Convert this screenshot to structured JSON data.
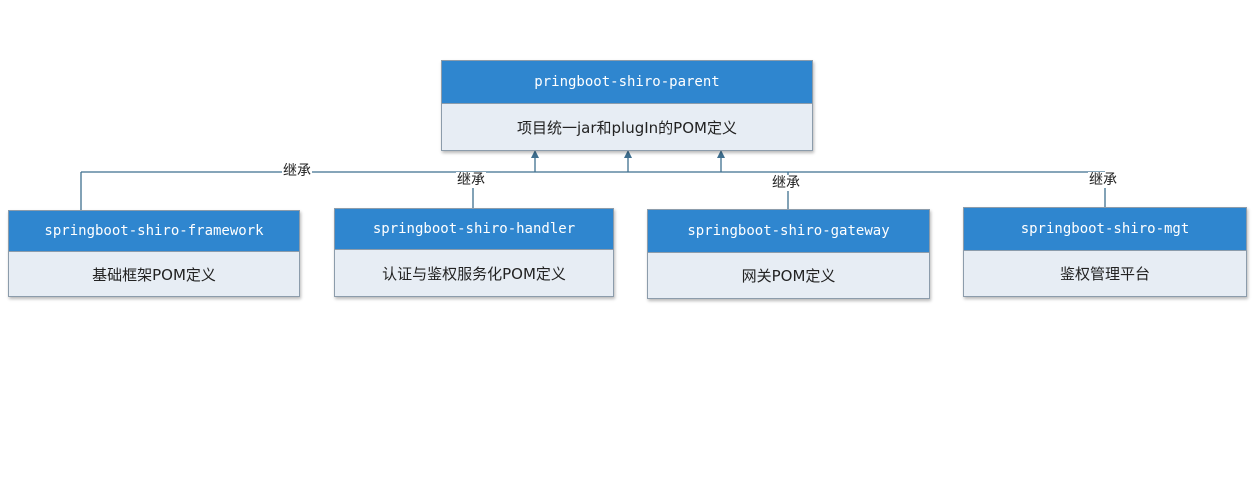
{
  "parent": {
    "name": "pringboot-shiro-parent",
    "description": "项目统一jar和plugIn的POM定义"
  },
  "children": [
    {
      "name": "springboot-shiro-framework",
      "description": "基础框架POM定义",
      "edge_label": "继承"
    },
    {
      "name": "springboot-shiro-handler",
      "description": "认证与鉴权服务化POM定义",
      "edge_label": "继承"
    },
    {
      "name": "springboot-shiro-gateway",
      "description": "网关POM定义",
      "edge_label": "继承"
    },
    {
      "name": "springboot-shiro-mgt",
      "description": "鉴权管理平台",
      "edge_label": "继承"
    }
  ],
  "colors": {
    "header_bg": "#2f86cf",
    "body_bg": "#e7edf4",
    "border": "#8c9cab",
    "line": "#3f6f8f"
  }
}
